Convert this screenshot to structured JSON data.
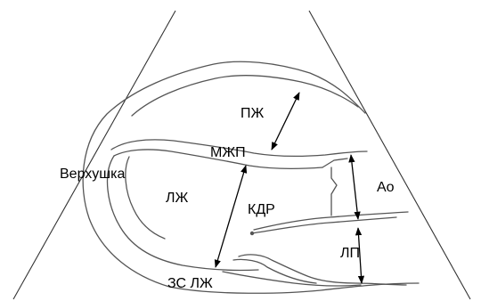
{
  "labels": {
    "rv": "ПЖ",
    "ivs": "МЖП",
    "apex": "Верхушка",
    "lv": "ЛЖ",
    "edd": "КДР",
    "aorta": "Ао",
    "la": "ЛП",
    "lv_posterior_wall": "ЗС ЛЖ"
  },
  "colors": {
    "outline": "#555555",
    "sector": "#333333",
    "arrow": "#000000",
    "background": "#ffffff"
  }
}
